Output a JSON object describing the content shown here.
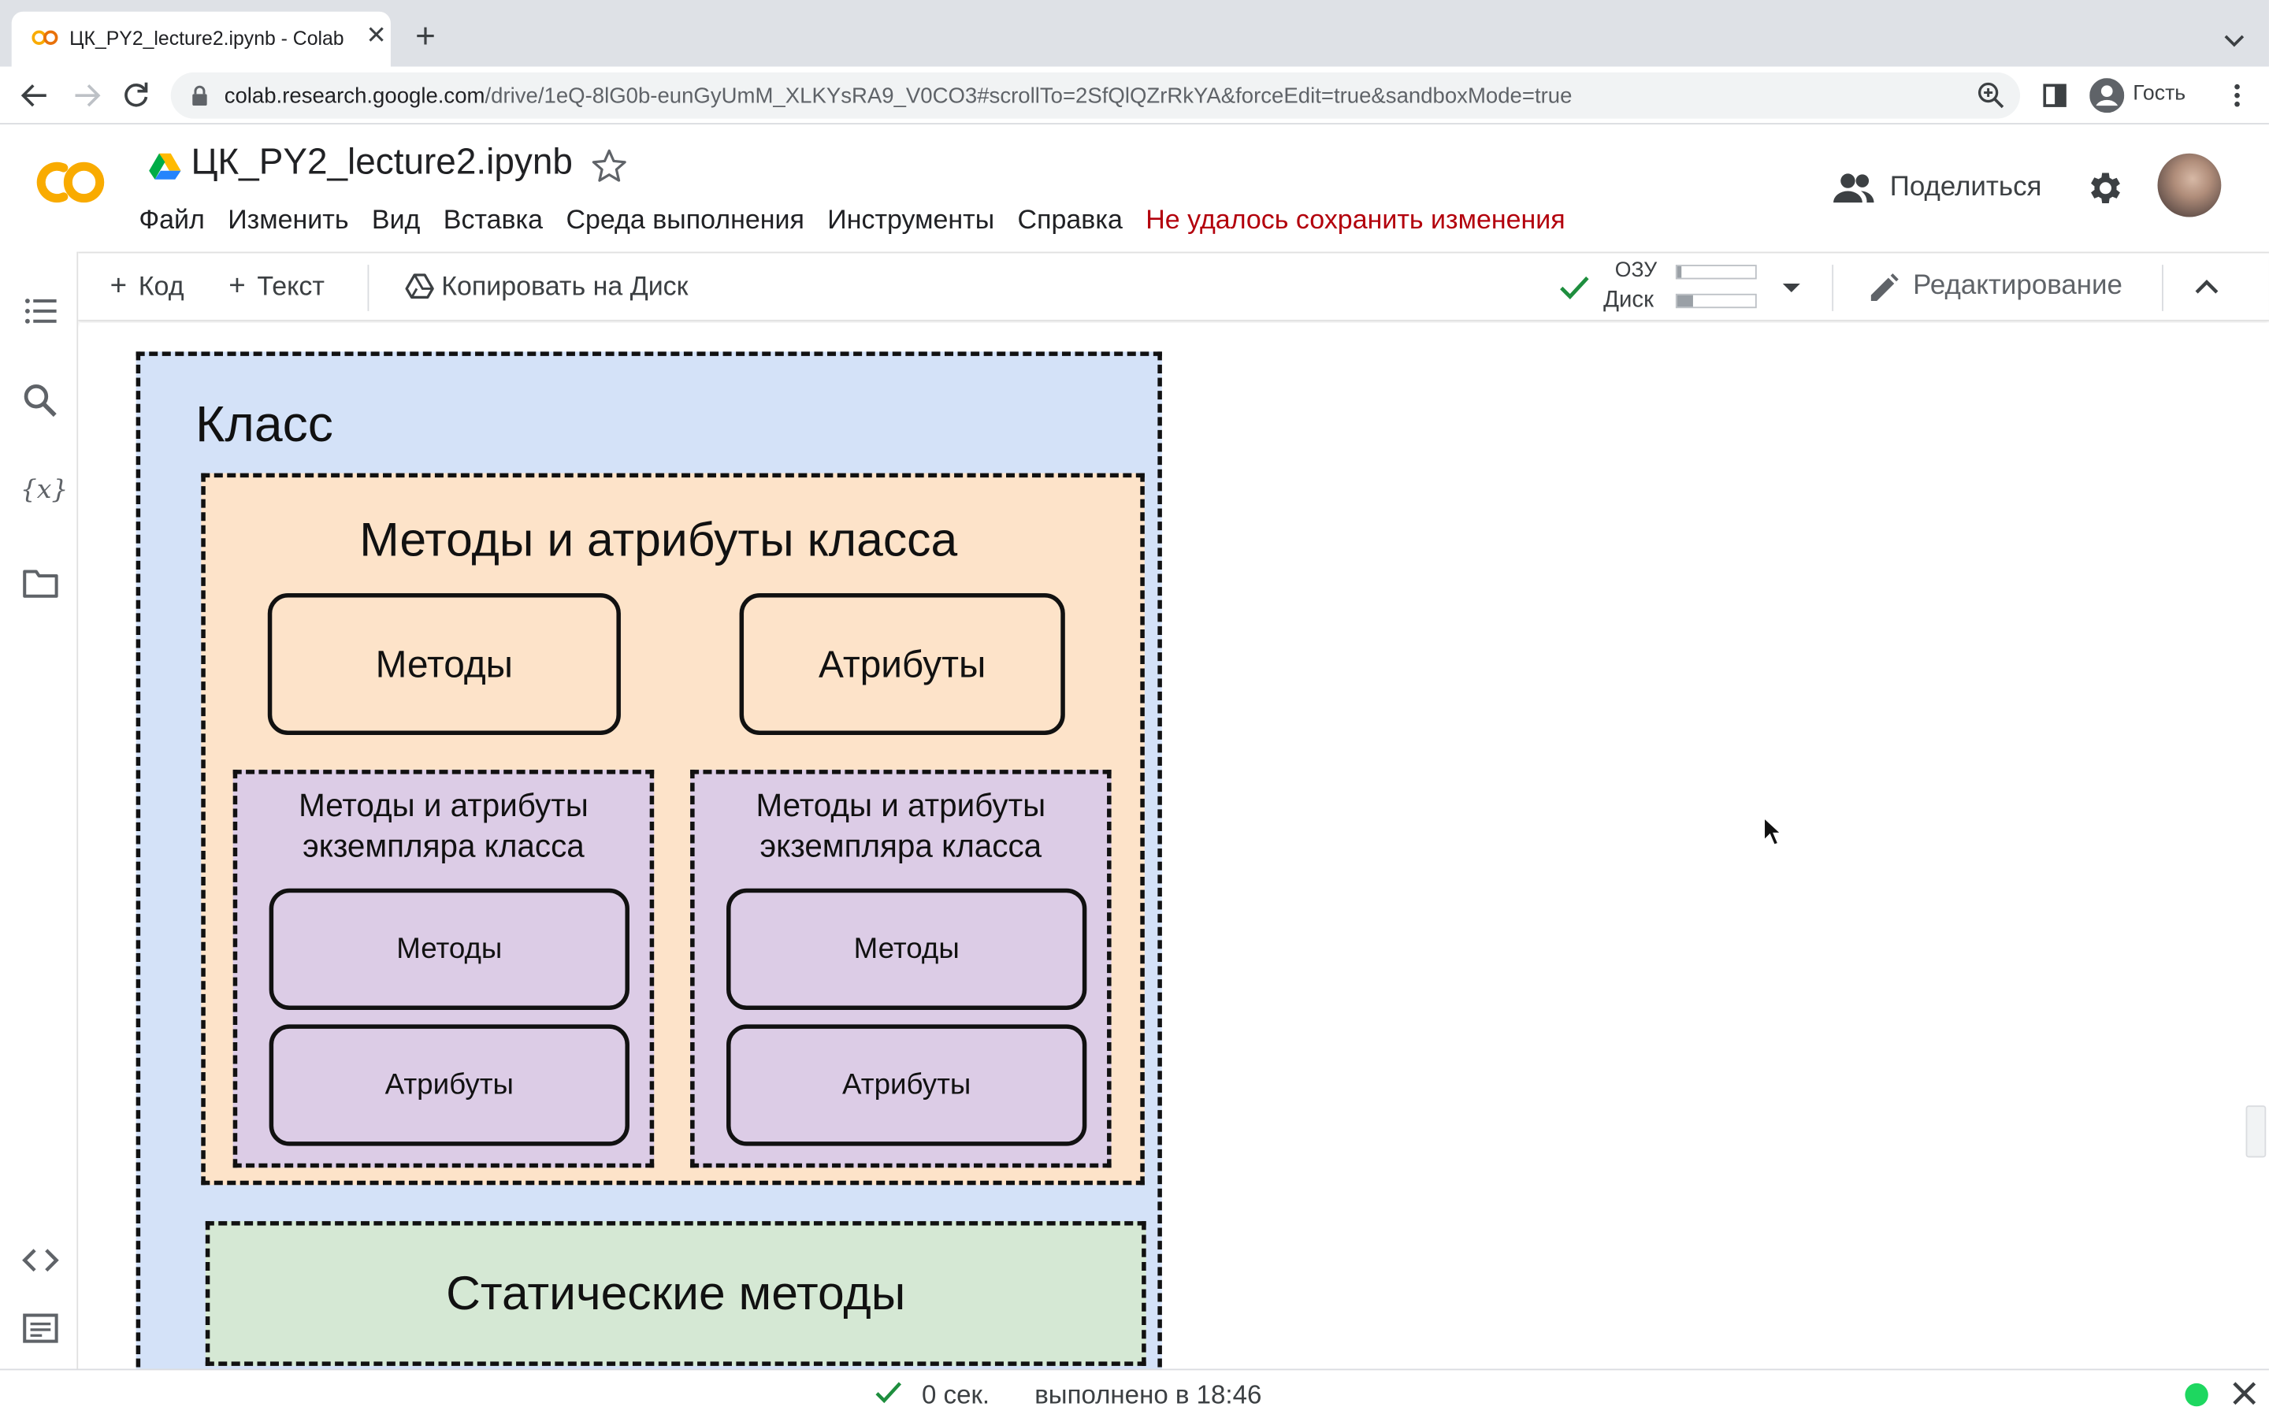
{
  "browser": {
    "tab_title": "ЦК_PY2_lecture2.ipynb - Colab",
    "url_host": "colab.research.google.com",
    "url_path": "/drive/1eQ-8lG0b-eunGyUmM_XLKYsRA9_V0CO3#scrollTo=2SfQlQZrRkYA&forceEdit=true&sandboxMode=true",
    "profile_label": "Гость"
  },
  "colab": {
    "notebook_title": "ЦК_PY2_lecture2.ipynb",
    "menu": [
      "Файл",
      "Изменить",
      "Вид",
      "Вставка",
      "Среда выполнения",
      "Инструменты",
      "Справка"
    ],
    "save_error": "Не удалось сохранить изменения",
    "share_label": "Поделиться"
  },
  "toolbar": {
    "add_code": "Код",
    "add_text": "Текст",
    "copy_to_drive": "Копировать на Диск",
    "ram_label": "ОЗУ",
    "disk_label": "Диск",
    "ram_usage": 0.05,
    "disk_usage": 0.2,
    "edit_mode": "Редактирование"
  },
  "diagram": {
    "class_title": "Класс",
    "class_members_title": "Методы и атрибуты класса",
    "class_methods": "Методы",
    "class_attributes": "Атрибуты",
    "instances": [
      {
        "title_line1": "Методы и атрибуты",
        "title_line2": "экземпляра класса",
        "methods": "Методы",
        "attributes": "Атрибуты"
      },
      {
        "title_line1": "Методы и атрибуты",
        "title_line2": "экземпляра класса",
        "methods": "Методы",
        "attributes": "Атрибуты"
      }
    ],
    "static_methods": "Статические методы"
  },
  "status": {
    "elapsed": "0 сек.",
    "completed": "выполнено в 18:46"
  },
  "icons": {
    "tab_favicon": "colab-icon",
    "sidebar": [
      "toc-icon",
      "search-icon",
      "variables-icon",
      "files-icon",
      "code-snippets-icon",
      "terminal-icon"
    ]
  },
  "colors": {
    "class_fill": "#d4e2f8",
    "class_members_fill": "#fde3c9",
    "instance_fill": "#dccce6",
    "static_fill": "#d5e8d4",
    "error_text": "#b3000c",
    "status_ok": "#1ed760"
  }
}
